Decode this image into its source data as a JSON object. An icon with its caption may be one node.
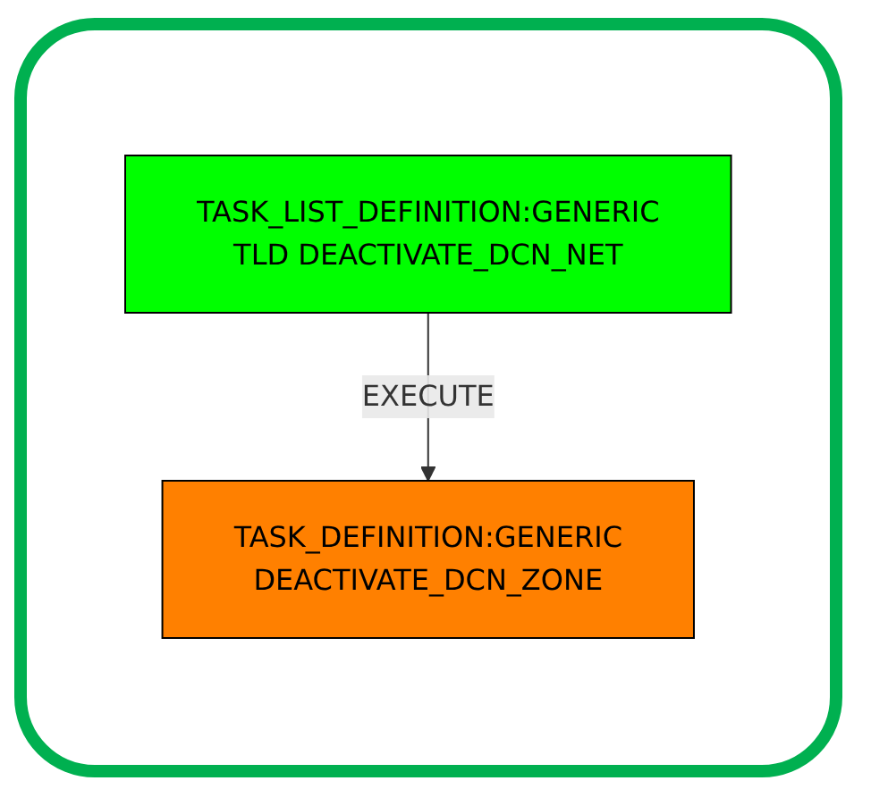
{
  "diagram": {
    "nodes": [
      {
        "text": [
          "TASK_LIST_DEFINITION:GENERIC",
          "TLD DEACTIVATE_DCN_NET"
        ]
      },
      {
        "text": [
          "TASK_DEFINITION:GENERIC",
          "DEACTIVATE_DCN_ZONE"
        ]
      }
    ],
    "edges": [
      {
        "from": 0,
        "to": 1,
        "arrow": "to",
        "label": "EXECUTE"
      }
    ]
  }
}
